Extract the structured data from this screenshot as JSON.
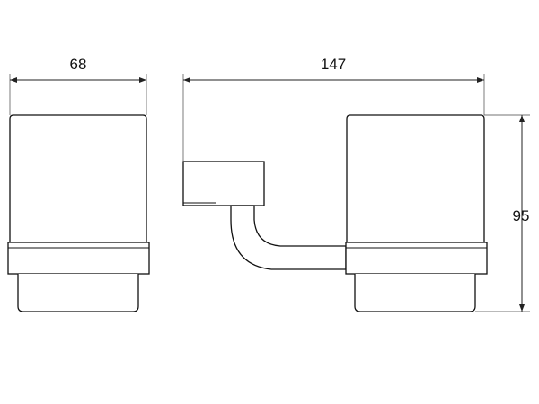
{
  "dimensions": {
    "left_cup_width": "68",
    "overall_width": "147",
    "height": "95"
  }
}
